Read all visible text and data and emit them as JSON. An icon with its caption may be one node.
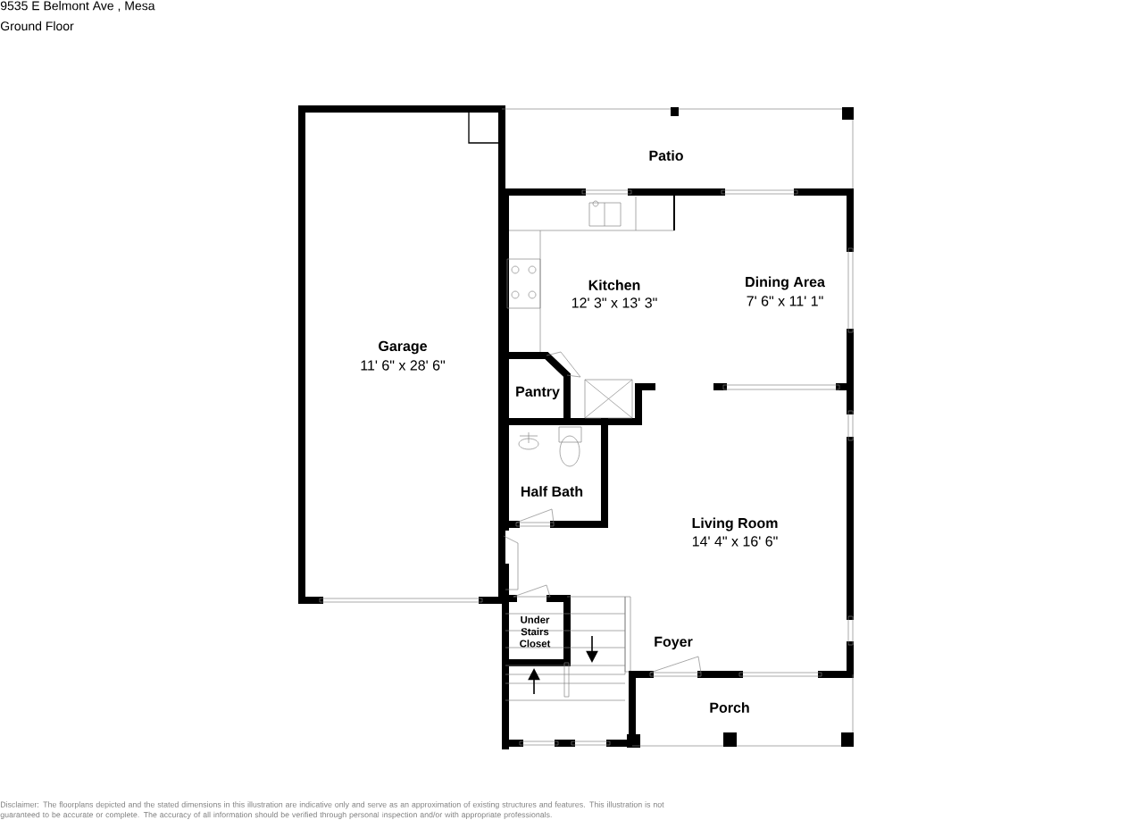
{
  "diagram": {
    "title": "9535 E Belmont Ave , Mesa",
    "caption": "Disclaimer: The floorplans depicted and the stated dimensions in this illustration are indicative only and serve as an approximation of existing structures and features. This illustration is not guaranteed to be accurate or complete. The accuracy of all information should be verified through personal inspection and/or with appropriate professionals.",
    "labels": [
      "Ground Floor",
      "Patio",
      "Kitchen",
      "12' 3\" x 13' 3\"",
      "Dining Area",
      "7' 6\" x 11' 1\"",
      "Garage",
      "11' 6\" x 28' 6\"",
      "Pantry",
      "Half Bath",
      "Living Room",
      "14' 4\" x 16' 6\"",
      "Under Stairs Closet",
      "Foyer",
      "Porch"
    ]
  }
}
